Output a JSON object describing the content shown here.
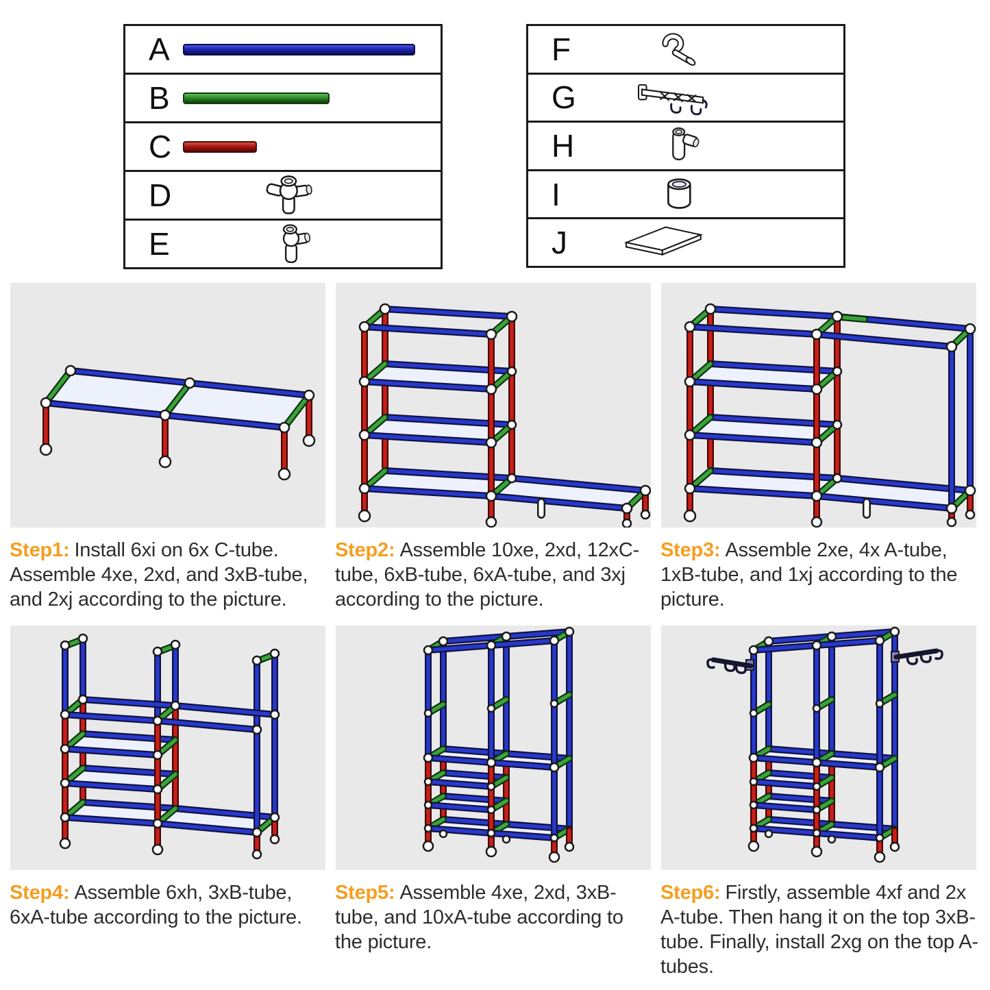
{
  "colors": {
    "accent_orange": "#F59E20",
    "tube_blue": "#1E28BC",
    "tube_green": "#2E8F2B",
    "tube_red": "#B51A15",
    "figure_background": "#E9E9E9",
    "table_border": "#1A1A1A"
  },
  "parts_left": [
    {
      "label": "A",
      "icon": "blue-long-tube"
    },
    {
      "label": "B",
      "icon": "green-medium-tube"
    },
    {
      "label": "C",
      "icon": "red-short-tube"
    },
    {
      "label": "D",
      "icon": "four-way-connector"
    },
    {
      "label": "E",
      "icon": "three-way-connector"
    }
  ],
  "parts_right": [
    {
      "label": "F",
      "icon": "hook-connector"
    },
    {
      "label": "G",
      "icon": "hanger-hook-bar"
    },
    {
      "label": "H",
      "icon": "tee-connector"
    },
    {
      "label": "I",
      "icon": "sleeve-cylinder"
    },
    {
      "label": "J",
      "icon": "shelf-panel"
    }
  ],
  "steps": [
    {
      "label": "Step1:",
      "text": "Install 6xi on 6x C-tube. Assemble 4xe, 2xd, and 3xB-tube, and 2xj according to the picture.",
      "figure": "two-bay-low-platform"
    },
    {
      "label": "Step2:",
      "text": "Assemble 10xe, 2xd, 12xC-tube, 6xB-tube, 6xA-tube, and 3xj according to the picture.",
      "figure": "four-tier-tower-with-low-extension"
    },
    {
      "label": "Step3:",
      "text": "Assemble 2xe, 4x A-tube, 1xB-tube, and 1xj according to the picture.",
      "figure": "four-tier-tower-with-tall-right-bay"
    },
    {
      "label": "Step4:",
      "text": "Assemble 6xh, 3xB-tube, 6xA-tube according to the picture.",
      "figure": "frame-with-three-top-post-pairs"
    },
    {
      "label": "Step5:",
      "text": "Assemble 4xe, 2xd, 3xB-tube, and 10xA-tube according to the picture.",
      "figure": "tall-wardrobe-frame"
    },
    {
      "label": "Step6:",
      "text": "Firstly, assemble 4xf and 2x A-tube. Then hang it on the top 3xB-tube. Finally, install 2xg on the top A-tubes.",
      "figure": "tall-wardrobe-frame-with-side-hangers"
    }
  ]
}
